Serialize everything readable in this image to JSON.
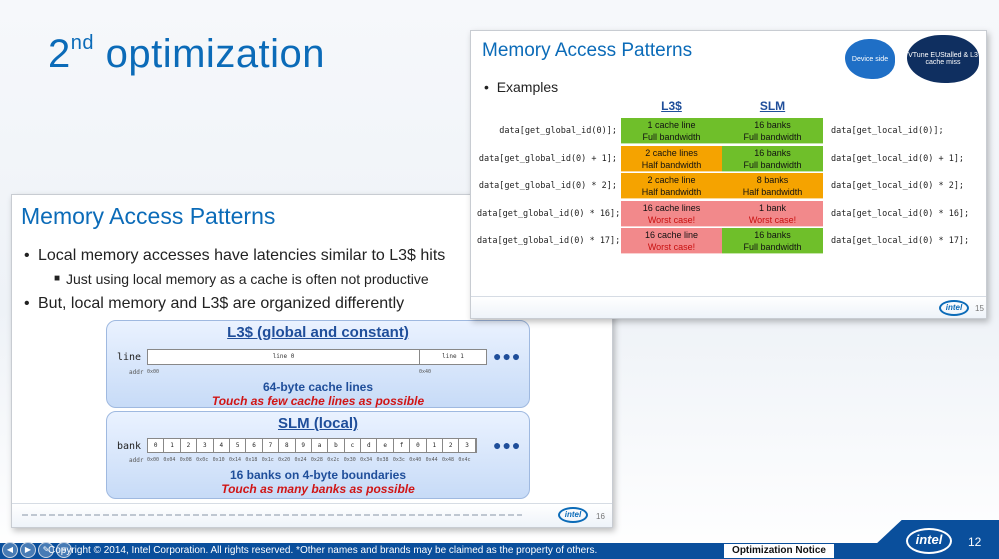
{
  "slide": {
    "title_main": "2",
    "title_sup": "nd",
    "title_rest": " optimization",
    "page_number": "12",
    "copyright": "Copyright © 2014, Intel Corporation. All rights reserved. *Other names and brands may be claimed as the property of others.",
    "optimization_notice": "Optimization Notice",
    "logo_text": "intel"
  },
  "panel_a": {
    "title": "Memory Access Patterns",
    "bullets": [
      "Local memory accesses have latencies similar to L3$ hits",
      "Just using local memory as a cache is often not productive",
      "But, local memory and L3$ are organized differently"
    ],
    "l3": {
      "title": "L3$ (global and constant)",
      "row_label": "line",
      "addr_label": "addr",
      "line0": "line 0",
      "line1": "line 1",
      "addr0": "0x00",
      "addr1": "0x40",
      "note": "64-byte cache lines",
      "note2": "Touch as few cache lines as possible"
    },
    "slm": {
      "title": "SLM (local)",
      "row_label": "bank",
      "addr_label": "addr",
      "banks": [
        "0",
        "1",
        "2",
        "3",
        "4",
        "5",
        "6",
        "7",
        "8",
        "9",
        "a",
        "b",
        "c",
        "d",
        "e",
        "f",
        "0",
        "1",
        "2",
        "3"
      ],
      "addrs": [
        "0x00",
        "0x04",
        "0x08",
        "0x0c",
        "0x10",
        "0x14",
        "0x18",
        "0x1c",
        "0x20",
        "0x24",
        "0x28",
        "0x2c",
        "0x30",
        "0x34",
        "0x38",
        "0x3c",
        "0x40",
        "0x44",
        "0x48",
        "0x4c"
      ],
      "note": "16 banks on 4-byte boundaries",
      "note2": "Touch as many banks as possible"
    },
    "page_number": "16"
  },
  "panel_b": {
    "title": "Memory Access Patterns",
    "bullet": "Examples",
    "cloud1": "Device side",
    "cloud2": "VTune EUStalled & L3 cache miss",
    "col_l3": "L3$",
    "col_slm": "SLM",
    "rows": [
      {
        "left": "data[get_global_id(0)];",
        "l3a": "1 cache line",
        "l3b": "Full bandwidth",
        "slma": "16 banks",
        "slmb": "Full bandwidth",
        "right": "data[get_local_id(0)];"
      },
      {
        "left": "data[get_global_id(0) + 1];",
        "l3a": "2 cache lines",
        "l3b": "Half bandwidth",
        "slma": "16 banks",
        "slmb": "Full bandwidth",
        "right": "data[get_local_id(0) + 1];"
      },
      {
        "left": "data[get_global_id(0) * 2];",
        "l3a": "2 cache line",
        "l3b": "Half bandwidth",
        "slma": "8 banks",
        "slmb": "Half bandwidth",
        "right": "data[get_local_id(0) * 2];"
      },
      {
        "left": "data[get_global_id(0) * 16];",
        "l3a": "16 cache lines",
        "l3b": "Worst case!",
        "slma": "1 bank",
        "slmb": "Worst case!",
        "right": "data[get_local_id(0) * 16];"
      },
      {
        "left": "data[get_global_id(0) * 17];",
        "l3a": "16 cache line",
        "l3b": "Worst case!",
        "slma": "16 banks",
        "slmb": "Full bandwidth",
        "right": "data[get_local_id(0) * 17];"
      }
    ],
    "page_number": "15"
  }
}
